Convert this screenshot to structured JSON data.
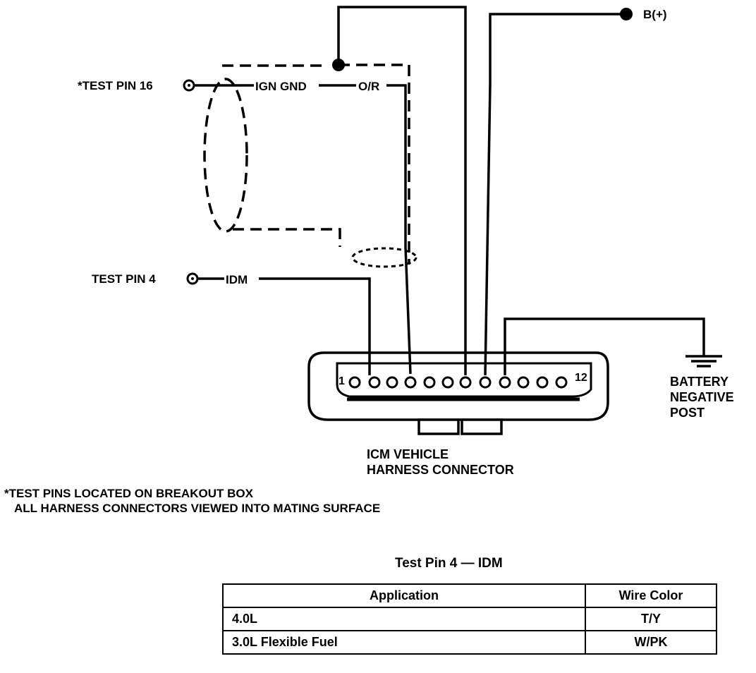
{
  "diagram": {
    "labels": {
      "test_pin_16": "*TEST PIN 16",
      "ign_gnd": "IGN GND",
      "o_r": "O/R",
      "b_plus": "B(+)",
      "test_pin_4": "TEST PIN 4",
      "idm": "IDM",
      "pin_1": "1",
      "pin_12": "12",
      "battery": "BATTERY",
      "negative": "NEGATIVE",
      "post": "POST",
      "connector_line1": "ICM VEHICLE",
      "connector_line2": "HARNESS CONNECTOR"
    },
    "notes": {
      "line1": "*TEST PINS LOCATED ON BREAKOUT BOX",
      "line2": "ALL HARNESS CONNECTORS VIEWED INTO MATING SURFACE"
    }
  },
  "table": {
    "title": "Test Pin 4 — IDM",
    "headers": [
      "Application",
      "Wire Color"
    ],
    "rows": [
      {
        "application": "4.0L",
        "wire_color": "T/Y"
      },
      {
        "application": "3.0L Flexible Fuel",
        "wire_color": "W/PK"
      }
    ]
  }
}
